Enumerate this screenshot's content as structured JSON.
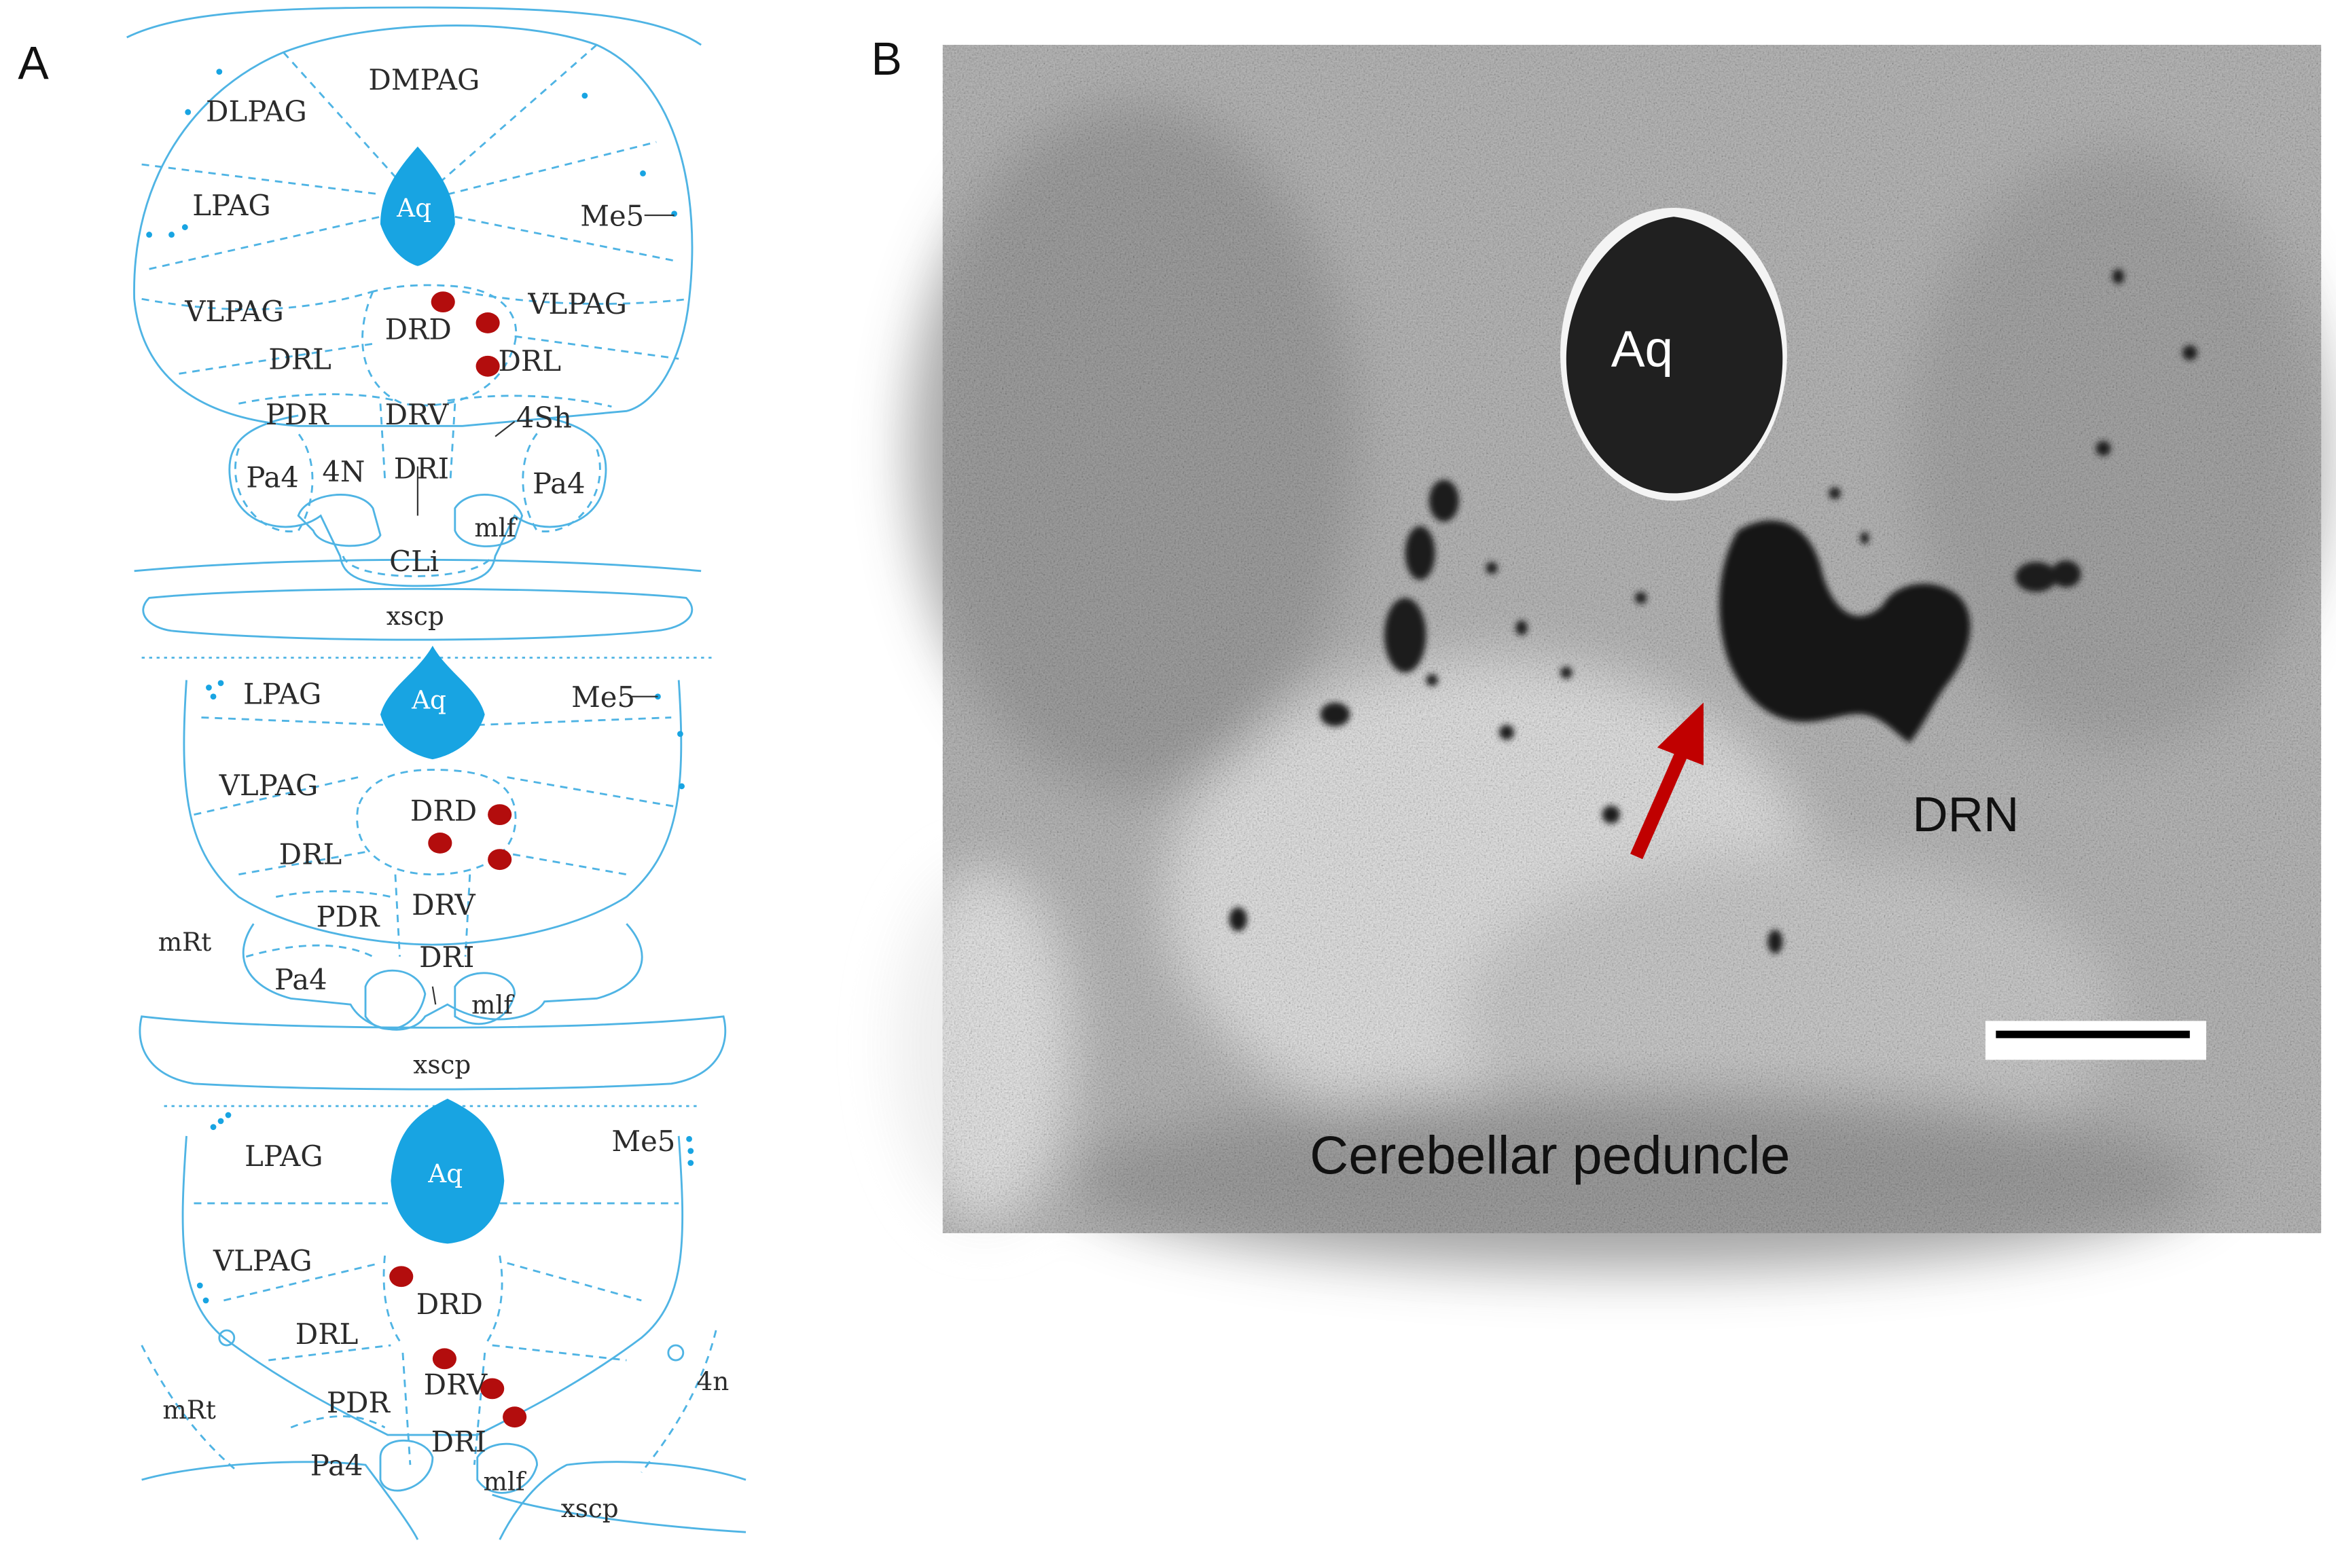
{
  "panels": {
    "a": {
      "letter": "A",
      "sections": [
        {
          "labels": {
            "dmpag": "DMPAG",
            "dlpag": "DLPAG",
            "lpag": "LPAG",
            "aq": "Aq",
            "me5": "Me5",
            "vlpag_left": "VLPAG",
            "vlpag_right": "VLPAG",
            "drd": "DRD",
            "drl_left": "DRL",
            "drl_right": "DRL",
            "pdr": "PDR",
            "drv": "DRV",
            "sh4": "4Sh",
            "pa4_left": "Pa4",
            "n4": "4N",
            "dri": "DRI",
            "pa4_right": "Pa4",
            "mlf": "mlf",
            "cli": "CLi",
            "xscp": "xscp"
          }
        },
        {
          "labels": {
            "lpag": "LPAG",
            "aq": "Aq",
            "me5": "Me5",
            "vlpag": "VLPAG",
            "drd": "DRD",
            "drl": "DRL",
            "pdr": "PDR",
            "drv": "DRV",
            "mrt": "mRt",
            "dri": "DRI",
            "pa4": "Pa4",
            "mlf": "mlf",
            "xscp": "xscp"
          }
        },
        {
          "labels": {
            "lpag": "LPAG",
            "aq": "Aq",
            "me5": "Me5",
            "vlpag": "VLPAG",
            "drd": "DRD",
            "drl": "DRL",
            "drv": "DRV",
            "pdr": "PDR",
            "mrt": "mRt",
            "n4": "4n",
            "dri": "DRI",
            "pa4": "Pa4",
            "mlf": "mlf",
            "xscp": "xscp"
          }
        }
      ]
    },
    "b": {
      "letter": "B",
      "labels": {
        "aq": "Aq",
        "drn": "DRN",
        "peduncle": "Cerebellar peduncle"
      }
    }
  },
  "colors": {
    "atlas_line": "#4fb4e4",
    "aqueduct_fill": "#18a4e2",
    "marker": "#b30d0d",
    "arrow": "#c00000"
  }
}
